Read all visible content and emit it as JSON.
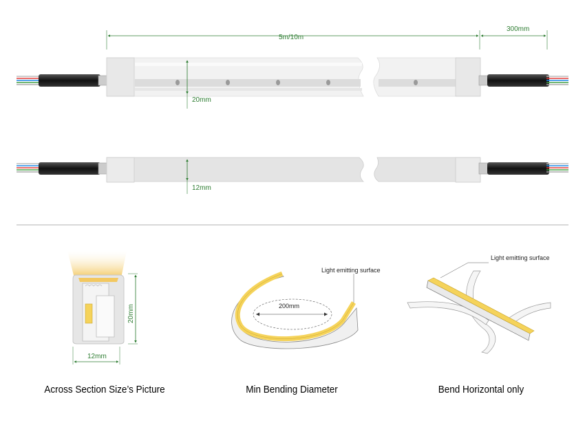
{
  "dimensions": {
    "length": "5m/10m",
    "lead": "300mm",
    "height_top": "20mm",
    "height_side": "12mm",
    "section_height": "20mm",
    "section_width": "12mm",
    "bend_diameter": "200mm"
  },
  "labels": {
    "light_surface_bend": "Light emitting surface",
    "light_surface_horizontal": "Light emitting surface"
  },
  "captions": {
    "section": "Across Section Size’s Picture",
    "min_bend": "Min Bending Diameter",
    "horizontal": "Bend Horizontal only"
  },
  "colors": {
    "dimension": "#2e7d32",
    "led_yellow": "#f5d35a",
    "wire_colors": [
      "#e53935",
      "#43a047",
      "#1e88e5",
      "#ffffff"
    ]
  }
}
